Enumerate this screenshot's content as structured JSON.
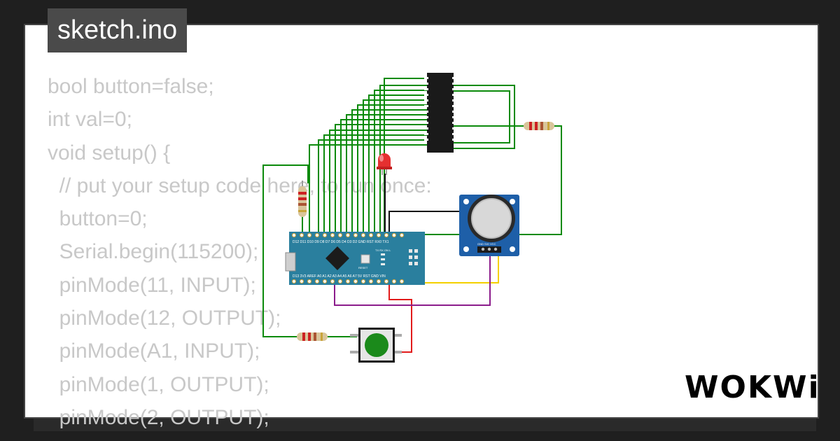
{
  "tab": {
    "title": "sketch.ino"
  },
  "code": {
    "lines": [
      "bool button=false;",
      "int val=0;",
      "void setup() {",
      "  // put your setup code here, to run once:",
      "  button=0;",
      "  Serial.begin(115200);",
      "  pinMode(11, INPUT);",
      "  pinMode(12, OUTPUT);",
      "  pinMode(A1, INPUT);",
      "  pinMode(1, OUTPUT);",
      "  pinMode(2, OUTPUT);"
    ]
  },
  "board": {
    "top_pins": "D12 D11 D10 D9 D8 D7 D6 D5 D4 D3 D2 GND RST RX0 TX1",
    "bottom_pins": "D13 3V3 AREF A0 A1 A2 A3 A4 A5 A6 A7 5V RST GND VIN",
    "reset_label": "RESET",
    "led_labels": "TX RX ON L"
  },
  "joystick": {
    "pin_labels": "GND SIG VCC"
  },
  "brand": {
    "logo": "WOKWi"
  },
  "colors": {
    "background": "#1f1f1f",
    "card": "#ffffff",
    "code_text": "#c8c8c8",
    "wire_green": "#0b8a0b",
    "wire_red": "#e21b1b",
    "wire_yellow": "#f4d000",
    "wire_purple": "#8b1c8b",
    "board_teal": "#2a7f9e",
    "module_blue": "#1e5fa8",
    "led_red": "#e53030",
    "button_green": "#1b8a1b"
  }
}
